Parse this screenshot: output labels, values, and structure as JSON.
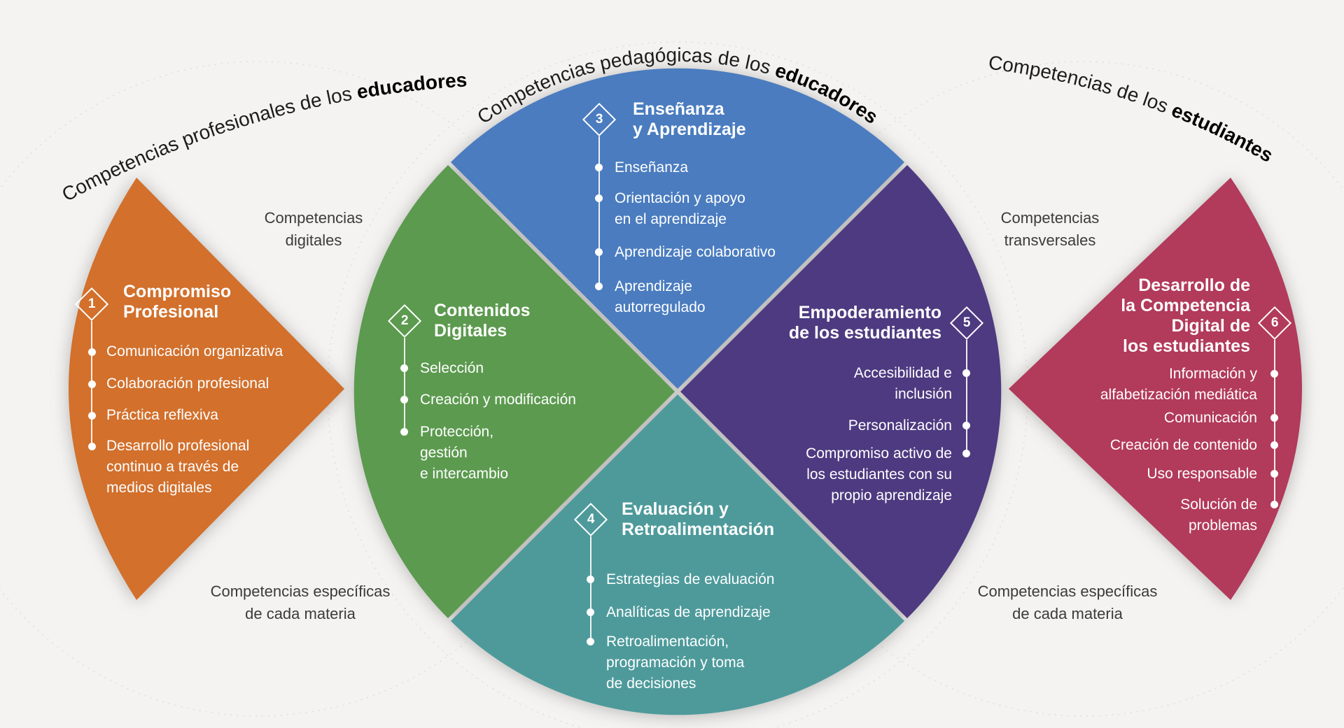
{
  "background": "#f4f3f1",
  "headers": {
    "left": {
      "text": "Competencias profesionales de los ",
      "bold": "educadores"
    },
    "center": {
      "text": "Competencias pedagógicas de los ",
      "bold": "educadores"
    },
    "right": {
      "text": "Competencias de los ",
      "bold": "estudiantes"
    }
  },
  "side_labels": {
    "digital": "Competencias\ndigitales",
    "transversal": "Competencias\ntransversales",
    "specific_left": "Competencias específicas\nde cada materia",
    "specific_right": "Competencias específicas\nde cada materia"
  },
  "areas": [
    {
      "number": "1",
      "color": "#d2702c",
      "title": "Compromiso\nProfesional",
      "items": [
        "Comunicación organizativa",
        "Colaboración profesional",
        "Práctica reflexiva",
        "Desarrollo profesional\ncontinuo a través de\nmedios digitales"
      ]
    },
    {
      "number": "2",
      "color": "#5c9a4f",
      "title": "Contenidos\nDigitales",
      "items": [
        "Selección",
        "Creación y modificación",
        "Protección,\ngestión\ne intercambio"
      ]
    },
    {
      "number": "3",
      "color": "#4a7cbf",
      "title": "Enseñanza\ny Aprendizaje",
      "items": [
        "Enseñanza",
        "Orientación y apoyo\nen el aprendizaje",
        "Aprendizaje colaborativo",
        "Aprendizaje\nautorregulado"
      ]
    },
    {
      "number": "4",
      "color": "#4e9a9b",
      "title": "Evaluación y\nRetroalimentación",
      "items": [
        "Estrategias de evaluación",
        "Analíticas de aprendizaje",
        "Retroalimentación,\nprogramación y toma\nde decisiones"
      ]
    },
    {
      "number": "5",
      "color": "#4e3a80",
      "title": "Empoderamiento\nde los estudiantes",
      "items": [
        "Accesibilidad e\ninclusión",
        "Personalización",
        "Compromiso activo de\nlos estudiantes con su\npropio aprendizaje"
      ]
    },
    {
      "number": "6",
      "color": "#b23a5a",
      "title": "Desarrollo de\nla Competencia\nDigital de\nlos estudiantes",
      "items": [
        "Información y\nalfabetización mediática",
        "Comunicación",
        "Creación de contenido",
        "Uso responsable",
        "Solución de\nproblemas"
      ]
    }
  ]
}
